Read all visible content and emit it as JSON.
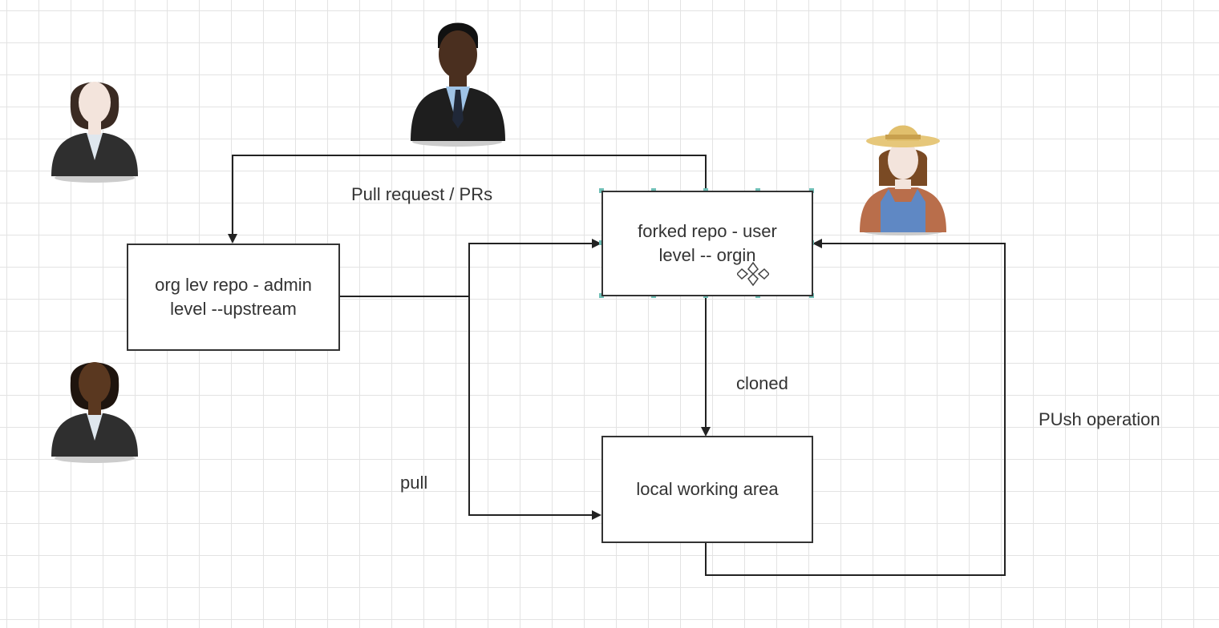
{
  "nodes": {
    "upstream": {
      "line1": "org lev repo - admin",
      "line2": "level --upstream"
    },
    "forked": {
      "line1": "forked repo - user",
      "line2": "level -- orgin"
    },
    "local": {
      "line1": "local working area"
    }
  },
  "edge_labels": {
    "pull_request": "Pull request / PRs",
    "cloned": "cloned",
    "pull": "pull",
    "push": "PUsh operation"
  },
  "actors": [
    {
      "icon": "businesswoman-icon"
    },
    {
      "icon": "businessman-icon"
    },
    {
      "icon": "farmer-icon"
    },
    {
      "icon": "businesswoman-icon"
    }
  ],
  "colors": {
    "line": "#222222",
    "box_border": "#333333",
    "text": "#333333",
    "grid": "#e3e3e3"
  }
}
